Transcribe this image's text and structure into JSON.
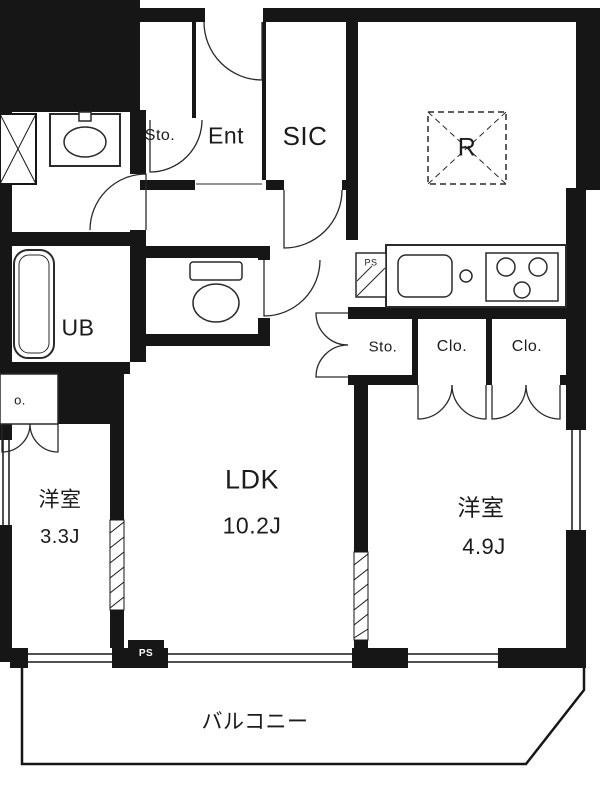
{
  "floorplan": {
    "labels": {
      "storage_entry": "Sto.",
      "entrance": "Ent",
      "shoe_closet": "SIC",
      "refrigerator": "R",
      "pipe_space_kitchen": "PS",
      "unit_bath": "UB",
      "storage_hall": "Sto.",
      "closet_1": "Clo.",
      "closet_2": "Clo.",
      "closet_left": "o.",
      "pipe_space_bottom": "PS",
      "bedroom_left_name": "洋室",
      "bedroom_left_size": "3.3J",
      "living_name": "LDK",
      "living_size": "10.2J",
      "bedroom_right_name": "洋室",
      "bedroom_right_size": "4.9J",
      "balcony": "バルコニー"
    },
    "colors": {
      "wall": "#161616",
      "floor": "#ffffff",
      "line": "#2a2a2a"
    }
  }
}
